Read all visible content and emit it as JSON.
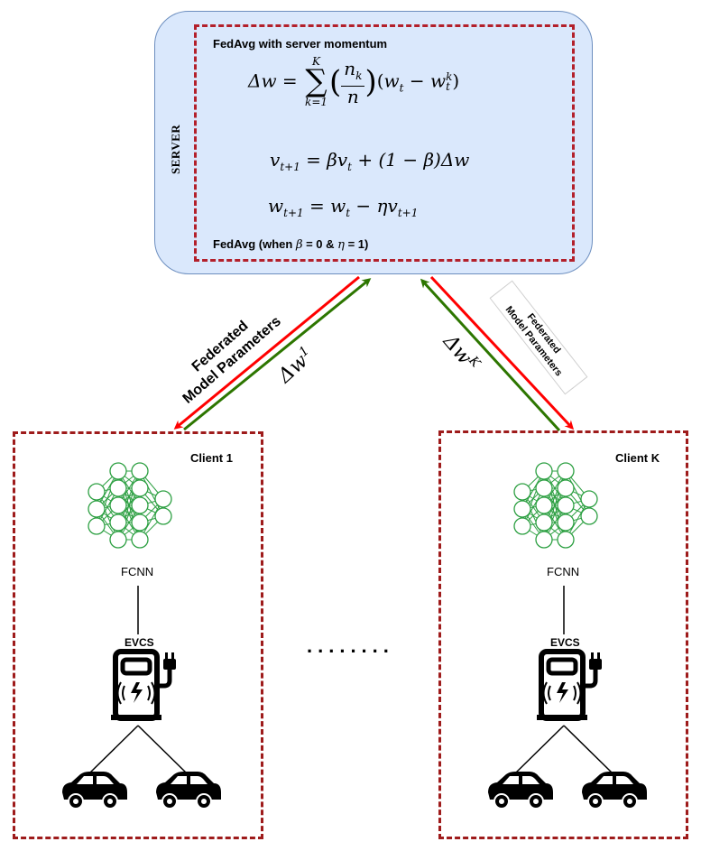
{
  "server": {
    "label": "SERVER",
    "title": "FedAvg with server momentum",
    "note_prefix": "FedAvg (when ",
    "note_beta": "β",
    "note_mid": " = 0 & ",
    "note_eta": "η",
    "note_suffix": " = 1)"
  },
  "equations": {
    "eq1": {
      "lhs": "Δw =",
      "sum_top": "K",
      "sum_bot": "k=1",
      "frac_num": "n",
      "frac_num_sub": "k",
      "frac_den": "n",
      "rhs_w": "w",
      "rhs_t": "t",
      "rhs_minus": " − ",
      "rhs_w2": "w",
      "rhs_sup": "k",
      "rhs_sub2": "t"
    },
    "eq2": {
      "text_v": "v",
      "text_sub": "t+1",
      "text_rhs": " = βv",
      "text_rhs_sub": "t",
      "text_rhs2": " + (1 − β)Δw"
    },
    "eq3": {
      "text_w": "w",
      "text_sub": "t+1",
      "text_rhs": " = w",
      "text_rhs_sub": "t",
      "text_rhs2": " − ηv",
      "text_rhs_sub2": "t+1"
    }
  },
  "arrows": {
    "fed_params_left": "Federated\nModel Parameters",
    "fed_params_right": "Federated\nModel Parameters",
    "delta_w1_base": "Δw",
    "delta_w1_sup": "1",
    "delta_wk_base": "Δw",
    "delta_wk_sup": "K",
    "down_color": "#ff0000",
    "up_color": "#2d7600"
  },
  "clients": [
    {
      "title": "Client 1",
      "model": "FCNN",
      "station": "EVCS"
    },
    {
      "title": "Client K",
      "model": "FCNN",
      "station": "EVCS"
    }
  ],
  "ellipsis": "........",
  "colors": {
    "nn_node": "#2ea043",
    "server_fill": "#dae8fc",
    "server_border": "#6c8ebf",
    "dash": "#b3202b"
  }
}
